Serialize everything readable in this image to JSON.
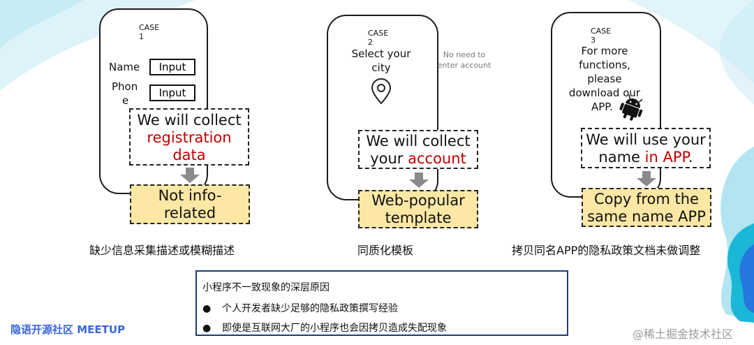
{
  "colors": {
    "accent_red": "#c00000",
    "highlight_yellow": "#fce7a5",
    "frame_blue": "#1f3b75",
    "brand_blue": "#3a66d8"
  },
  "case1": {
    "label": "CASE 1",
    "name_label": "Name",
    "name_input": "Input",
    "phone_label_1": "Phon",
    "phone_label_2": "e",
    "phone_input": "Input",
    "box_line1": "We will collect",
    "box_red_line2": "registration",
    "box_red_line3": "data",
    "result_line1": "Not info-",
    "result_line2": "related",
    "caption": "缺少信息采集描述或模糊描述"
  },
  "case2": {
    "label": "CASE 2",
    "prompt_line1": "Select your",
    "prompt_line2": "city",
    "note_line1": "No need to",
    "note_line2": "enter account",
    "box_line1": "We will collect",
    "box_line2_pre": "your ",
    "box_line2_red": "account",
    "result_line1": "Web-popular",
    "result_line2": "template",
    "caption": "同质化模板"
  },
  "case3": {
    "label": "CASE 3",
    "prompt_line1": "For more",
    "prompt_line2": "functions,",
    "prompt_line3": "please",
    "prompt_line4": "download our",
    "prompt_line5": "APP.",
    "box_line1": "We will use your",
    "box_line2_pre": "name ",
    "box_line2_red": "in APP",
    "box_line2_post": ".",
    "result_line1": "Copy from the",
    "result_line2": "same name APP",
    "caption": "拷贝同名APP的隐私政策文档未做调整"
  },
  "summary": {
    "title": "小程序不一致现象的深层原因",
    "bullets": [
      "个人开发者缺少足够的隐私政策撰写经验",
      "即使是互联网大厂的小程序也会因拷贝造成失配现象"
    ]
  },
  "footer": {
    "meetup": "隐语开源社区 MEETUP",
    "watermark": "@稀土掘金技术社区"
  }
}
